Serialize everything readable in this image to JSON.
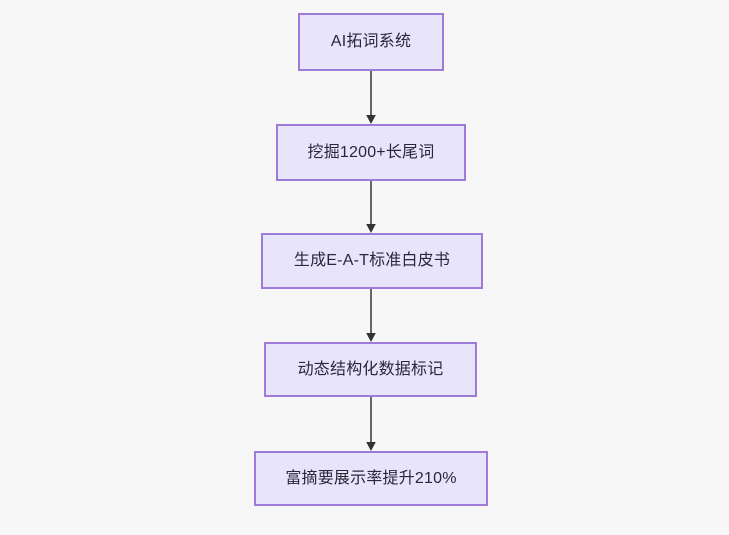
{
  "diagram": {
    "type": "flowchart",
    "orientation": "top-to-bottom",
    "background_color": "#f7f7f7",
    "node_fill_color": "#e8e5fb",
    "node_border_color": "#9d7bd6",
    "node_text_color": "#28283a",
    "connector_color": "#666666",
    "nodes": [
      {
        "id": "node-0",
        "label": "AI拓词系统"
      },
      {
        "id": "node-1",
        "label": "挖掘1200+长尾词"
      },
      {
        "id": "node-2",
        "label": "生成E-A-T标准白皮书"
      },
      {
        "id": "node-3",
        "label": "动态结构化数据标记"
      },
      {
        "id": "node-4",
        "label": "富摘要展示率提升210%"
      }
    ],
    "connectors": [
      {
        "id": "connector-0",
        "from": "node-0",
        "to": "node-1",
        "arrowhead": "filled-triangle"
      },
      {
        "id": "connector-1",
        "from": "node-1",
        "to": "node-2",
        "arrowhead": "filled-triangle"
      },
      {
        "id": "connector-2",
        "from": "node-2",
        "to": "node-3",
        "arrowhead": "filled-triangle"
      },
      {
        "id": "connector-3",
        "from": "node-3",
        "to": "node-4",
        "arrowhead": "filled-triangle"
      }
    ]
  }
}
